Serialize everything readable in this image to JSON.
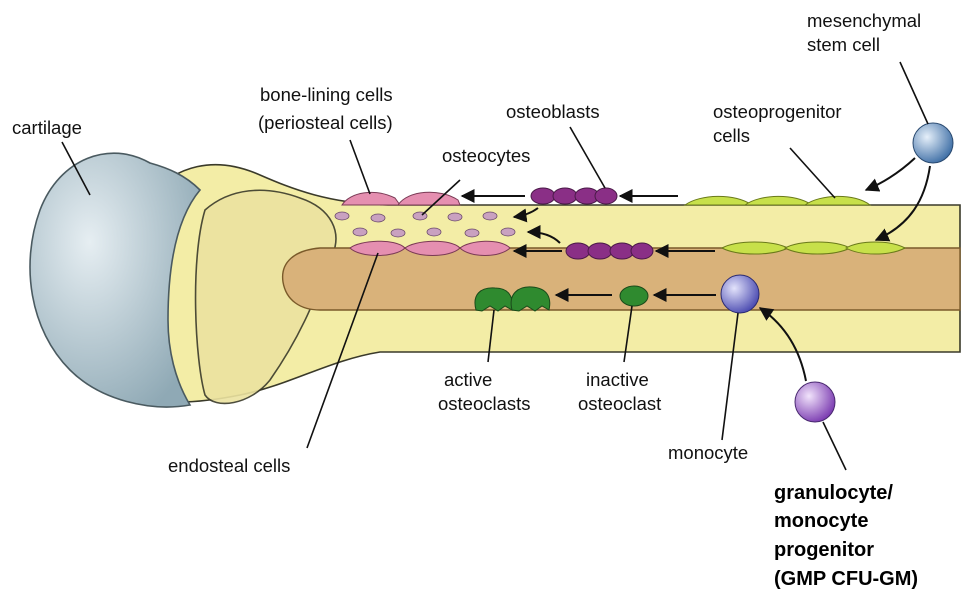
{
  "labels": {
    "cartilage": "cartilage",
    "bone_lining_line1": "bone-lining cells",
    "bone_lining_line2": "(periosteal cells)",
    "osteocytes": "osteocytes",
    "osteoblasts": "osteoblasts",
    "osteoprogenitor_line1": "osteoprogenitor",
    "osteoprogenitor_line2": "cells",
    "mesenchymal_line1": "mesenchymal",
    "mesenchymal_line2": "stem cell",
    "active_line1": "active",
    "active_line2": "osteoclasts",
    "inactive_line1": "inactive",
    "inactive_line2": "osteoclast",
    "endosteal": "endosteal cells",
    "monocyte": "monocyte",
    "gmp_line1": "granulocyte/",
    "gmp_line2": "monocyte",
    "gmp_line3": "progenitor",
    "gmp_line4": "(GMP CFU-GM)"
  },
  "colors": {
    "bone": "#f3eda6",
    "marrow": "#d9b27a",
    "cartilage": "#b9cbd3",
    "lining_cell": "#e58fb0",
    "osteocyte": "#c9a1c0",
    "osteoblast": "#8a2f86",
    "osteoprogenitor": "#c7e04a",
    "osteoclast": "#2f8a2f",
    "stem_cell": "#5f8fc0",
    "monocyte_cell": "#6a6ac8",
    "gmp_cell": "#9a5ac8"
  }
}
